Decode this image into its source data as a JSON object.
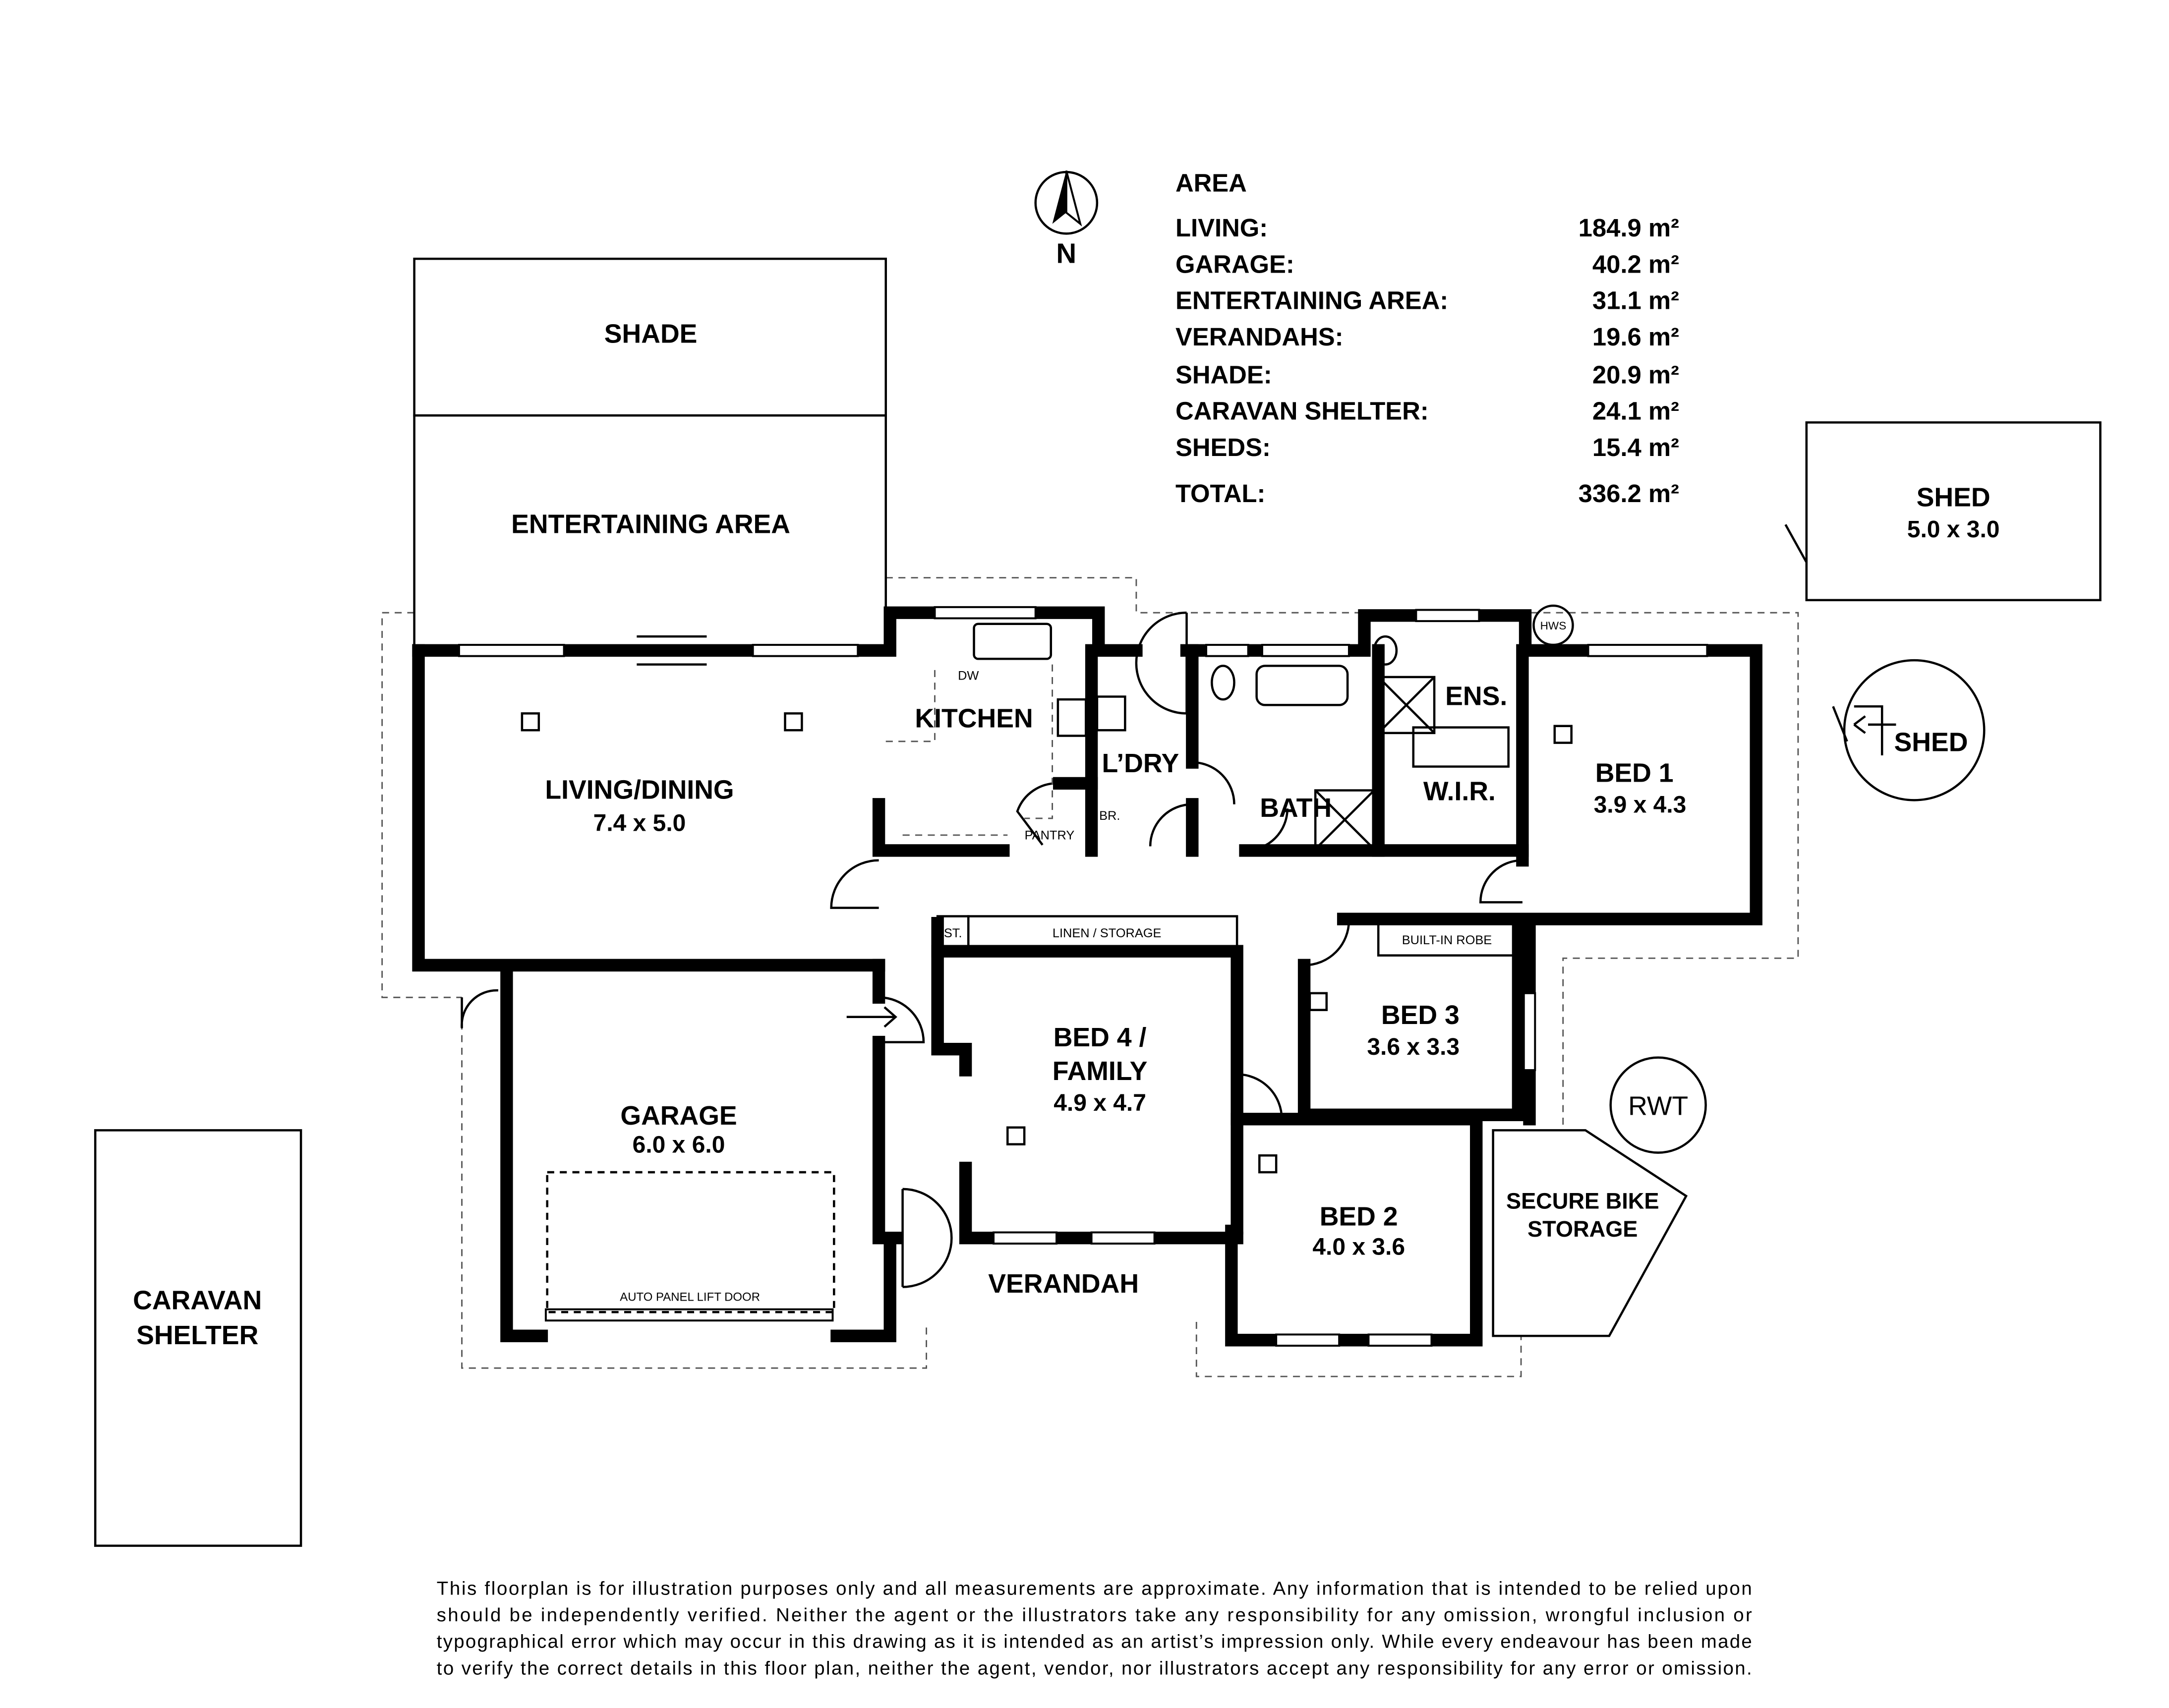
{
  "compass": {
    "label": "N"
  },
  "area_table": {
    "title": "AREA",
    "rows": [
      {
        "label": "LIVING:",
        "value": "184.9 m²"
      },
      {
        "label": "GARAGE:",
        "value": "40.2 m²"
      },
      {
        "label": "ENTERTAINING AREA:",
        "value": "31.1 m²"
      },
      {
        "label": "VERANDAHS:",
        "value": "19.6 m²"
      },
      {
        "label": "SHADE:",
        "value": "20.9 m²"
      },
      {
        "label": "CARAVAN SHELTER:",
        "value": "24.1 m²"
      },
      {
        "label": "SHEDS:",
        "value": "15.4 m²"
      }
    ],
    "total": {
      "label": "TOTAL:",
      "value": "336.2 m²"
    }
  },
  "rooms": {
    "shade": "SHADE",
    "entertaining": "ENTERTAINING AREA",
    "living": {
      "name": "LIVING/DINING",
      "size": "7.4 x 5.0"
    },
    "kitchen": "KITCHEN",
    "dw": "DW",
    "laundry": "L’DRY",
    "broom": "BR.",
    "pantry": "PANTRY",
    "bath": "BATH",
    "ensuite": "ENS.",
    "wir": "W.I.R.",
    "hws": "HWS",
    "bed1": {
      "name": "BED 1",
      "size": "3.9 x 4.3"
    },
    "store": "ST.",
    "linen": "LINEN / STORAGE",
    "robe": "BUILT-IN ROBE",
    "bed3": {
      "name": "BED 3",
      "size": "3.6 x 3.3"
    },
    "bed4": {
      "name1": "BED 4 /",
      "name2": "FAMILY",
      "size": "4.9 x 4.7"
    },
    "garage": {
      "name": "GARAGE",
      "size": "6.0 x 6.0",
      "door": "AUTO PANEL LIFT DOOR"
    },
    "bed2": {
      "name": "BED 2",
      "size": "4.0 x 3.6"
    },
    "verandah": "VERANDAH",
    "bike": {
      "line1": "SECURE BIKE",
      "line2": "STORAGE"
    },
    "rwt": "RWT",
    "caravan": {
      "line1": "CARAVAN",
      "line2": "SHELTER"
    },
    "shed1": {
      "name": "SHED",
      "size": "5.0 x 3.0"
    },
    "shed2": "SHED"
  },
  "disclaimer": [
    "This floorplan is for illustration purposes only and all measurements are approximate. Any information that is intended to be relied upon",
    "should be independently verified. Neither the agent or the illustrators take any responsibility for any omission, wrongful inclusion or",
    "typographical error which may occur in this drawing as it is intended as an artist’s impression only. While every endeavour has been made",
    "to verify the correct details in this floor plan, neither the agent, vendor, nor illustrators accept any responsibility for any error or omission."
  ]
}
